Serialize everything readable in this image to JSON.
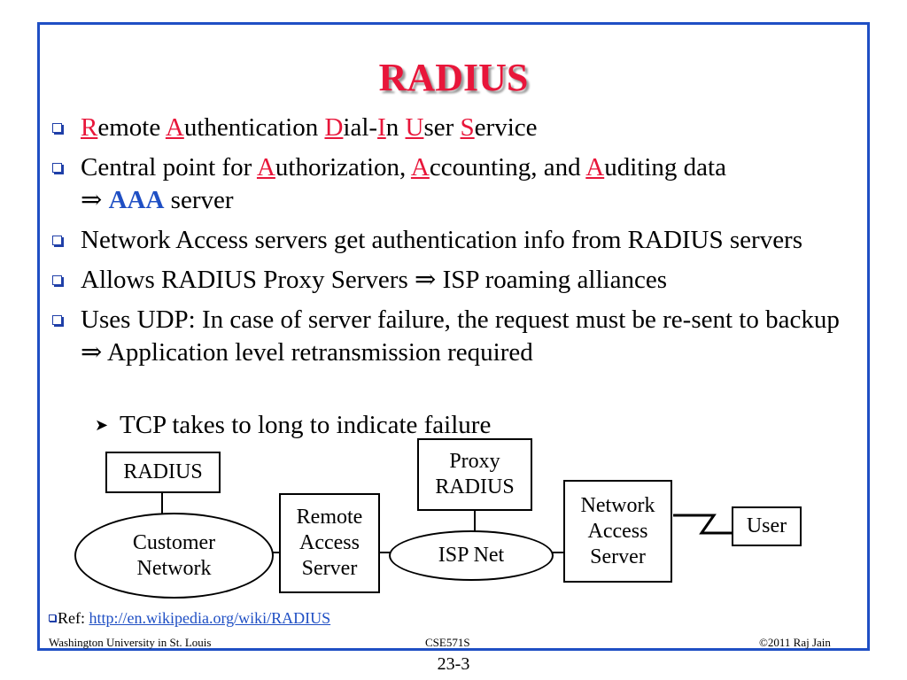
{
  "title": "RADIUS",
  "bullets": {
    "b1": {
      "R": "R",
      "t1": "emote ",
      "A": "A",
      "t2": "uthentication ",
      "D": "D",
      "t3": "ial-",
      "I": "I",
      "t4": "n ",
      "U": "U",
      "t5": "ser ",
      "S": "S",
      "t6": "ervice"
    },
    "b2": {
      "t1": "Central point for ",
      "A1": "A",
      "t2": "uthorization, ",
      "A2": "A",
      "t3": "ccounting, and ",
      "A3": "A",
      "t4": "uditing data",
      "implies": "⇒",
      "aaa": "AAA",
      "t5": " server"
    },
    "b3": "Network Access servers get authentication info from RADIUS servers",
    "b4": {
      "t1": "Allows RADIUS Proxy Servers ",
      "implies": "⇒",
      "t2": " ISP roaming alliances"
    },
    "b5": {
      "t1": "Uses UDP: In case of server failure, the request must be re-sent to backup ",
      "implies": "⇒",
      "t2": " Application level retransmission required"
    },
    "sub1": "TCP takes to long to indicate failure"
  },
  "diagram": {
    "radius": "RADIUS",
    "customer_network": [
      "Customer",
      "Network"
    ],
    "remote_access_server": [
      "Remote",
      "Access",
      "Server"
    ],
    "proxy_radius": [
      "Proxy",
      "RADIUS"
    ],
    "isp_net": "ISP Net",
    "network_access_server": [
      "Network",
      "Access",
      "Server"
    ],
    "user": "User"
  },
  "ref": {
    "label": "Ref: ",
    "url": "http://en.wikipedia.org/wiki/RADIUS"
  },
  "footer": {
    "left": "Washington University in St. Louis",
    "center": "CSE571S",
    "right": "©2011 Raj Jain"
  },
  "page_number": "23-3",
  "colors": {
    "title": "#e8163a",
    "border": "#1f4fc4",
    "highlight": "#e8163a",
    "aaa": "#1f4fc4"
  }
}
